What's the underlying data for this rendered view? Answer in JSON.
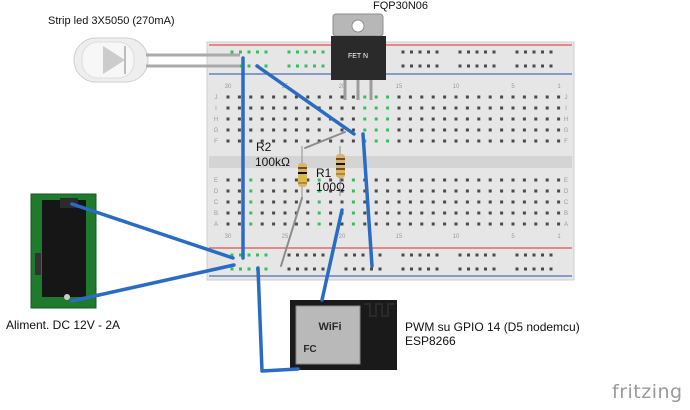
{
  "labels": {
    "strip_led": "Strip led 3X5050 (270mA)",
    "mosfet": "FQP30N06",
    "mosfet_marking": "FET N",
    "r2_name": "R2",
    "r2_value": "100kΩ",
    "r1_name": "R1",
    "r1_value": "100Ω",
    "power": "Aliment. DC 12V - 2A",
    "esp_note": "PWM su GPIO 14 (D5 nodemcu)",
    "esp_name": "ESP8266",
    "esp_wifi": "WiFi",
    "esp_fcc": "FC",
    "brand": "fritzing"
  },
  "breadboard": {
    "row_letters_top": [
      "J",
      "I",
      "H",
      "G",
      "F"
    ],
    "row_letters_bottom": [
      "E",
      "D",
      "C",
      "B",
      "A"
    ],
    "column_numbers": [
      "30",
      "25",
      "20",
      "15",
      "10",
      "5",
      "1"
    ]
  },
  "colors": {
    "wire_blue": "#2a6bc4",
    "wire_gray": "#8c8c8c",
    "board": "#e8e8e8",
    "rail_red": "#d9534f",
    "rail_blue": "#4a6fb5",
    "hole": "#4a4a4a",
    "conn_green": "#2fc25a",
    "pcb_green": "#1f7a2e",
    "mosfet_body": "#2a2a2a",
    "esp_body": "#1a1a1a"
  }
}
